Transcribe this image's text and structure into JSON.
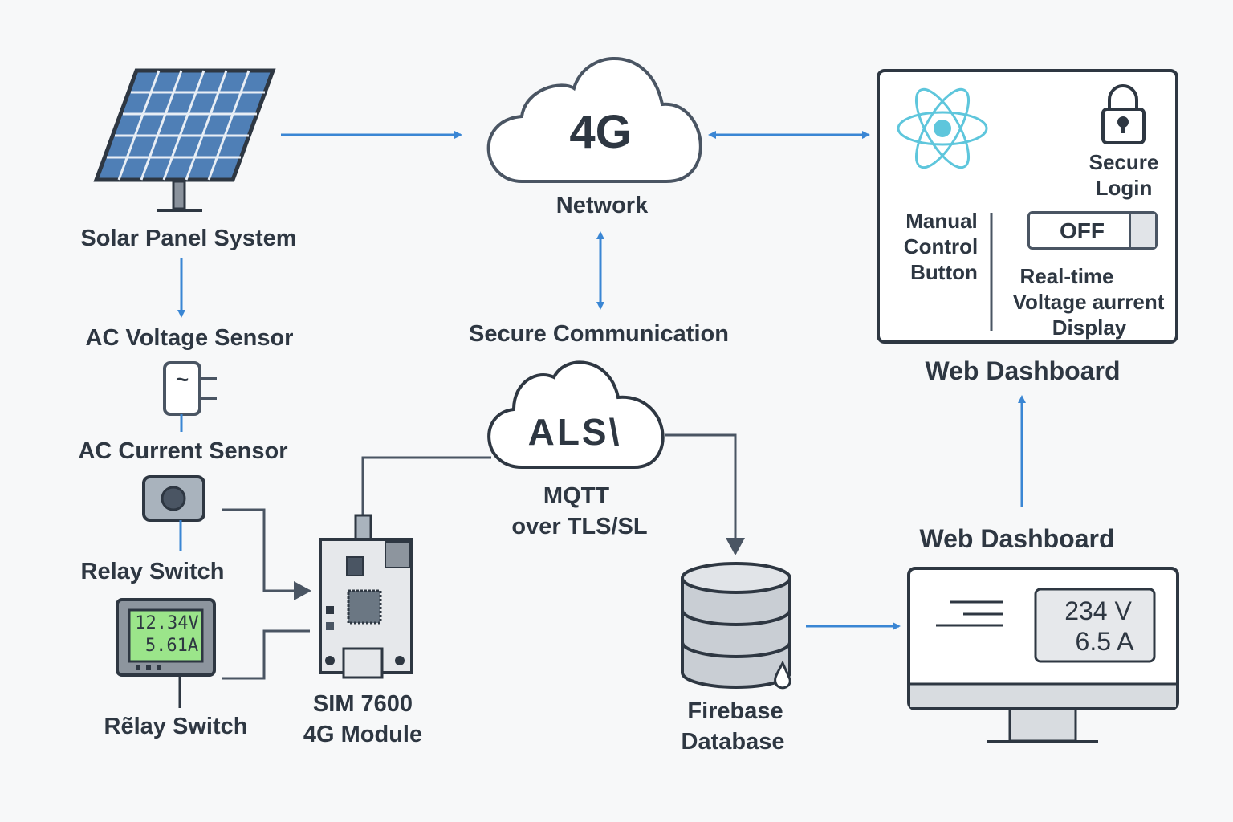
{
  "colors": {
    "background": "#f7f8f9",
    "ink": "#2e3742",
    "arrow_blue": "#3a86d4",
    "react_cyan": "#5ec6dc",
    "lcd_green": "#9be58a",
    "panel_blue": "#4f7fb6"
  },
  "solar": {
    "label": "Solar Panel System",
    "icon": "solar-panel-icon"
  },
  "voltage_sensor": {
    "label": "AC Voltage Sensor",
    "icon": "plug-sine-icon",
    "glyph": "~"
  },
  "current_sensor": {
    "label": "AC Current Sensor",
    "icon": "sensor-module-icon"
  },
  "relay1": {
    "label": "Relay Switch",
    "icon": "power-meter-icon"
  },
  "meter": {
    "voltage": "12.34V",
    "current": "5.61A"
  },
  "relay2": {
    "label": "Rẽlay Switch"
  },
  "network": {
    "cloud_text": "4G",
    "label": "Network",
    "icon": "cloud-icon"
  },
  "secure_comm": {
    "label": "Secure Communication"
  },
  "tls_cloud": {
    "cloud_text": "ALS\\",
    "label_line1": "MQTT",
    "label_line2": "over TLS/SL"
  },
  "module": {
    "label_line1": "SIM 7600",
    "label_line2": "4G Module",
    "icon": "circuit-board-icon"
  },
  "firebase": {
    "label_line1": "Firebase",
    "label_line2": "Database",
    "icon": "database-icon"
  },
  "dashboard_panel": {
    "title": "Web Dashboard",
    "react_icon": "react-atom-icon",
    "lock_icon": "lock-icon",
    "secure_login_line1": "Secure",
    "secure_login_line2": "Login",
    "manual_line1": "Manual",
    "manual_line2": "Control",
    "manual_line3": "Button",
    "toggle_label": "OFF",
    "realtime_line1": "Real-time",
    "realtime_line2": "Voltage aurrent",
    "realtime_line3": "Display"
  },
  "monitor": {
    "title": "Web Dashboard",
    "voltage": "234 V",
    "current": "6.5 A",
    "icon": "monitor-icon"
  }
}
